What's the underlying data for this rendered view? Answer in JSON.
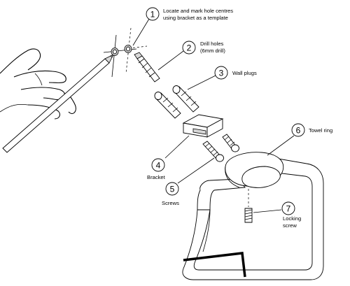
{
  "callouts": [
    {
      "number": "1",
      "lines": [
        "Locate and mark hole centres",
        "using bracket as a template"
      ]
    },
    {
      "number": "2",
      "lines": [
        "Drill holes",
        "(6mm drill)"
      ]
    },
    {
      "number": "3",
      "lines": [
        "Wall plugs"
      ]
    },
    {
      "number": "4",
      "lines": [
        "Bracket"
      ]
    },
    {
      "number": "5",
      "lines": [
        "Screws"
      ]
    },
    {
      "number": "6",
      "lines": [
        "Towel ring"
      ]
    },
    {
      "number": "7",
      "lines": [
        "Locking",
        "screw"
      ]
    }
  ],
  "icons": [
    "hand-holding-pencil-icon",
    "drill-bit-icon",
    "wall-plug-icon",
    "bracket-icon",
    "screw-icon",
    "towel-ring-icon",
    "locking-screw-icon"
  ]
}
